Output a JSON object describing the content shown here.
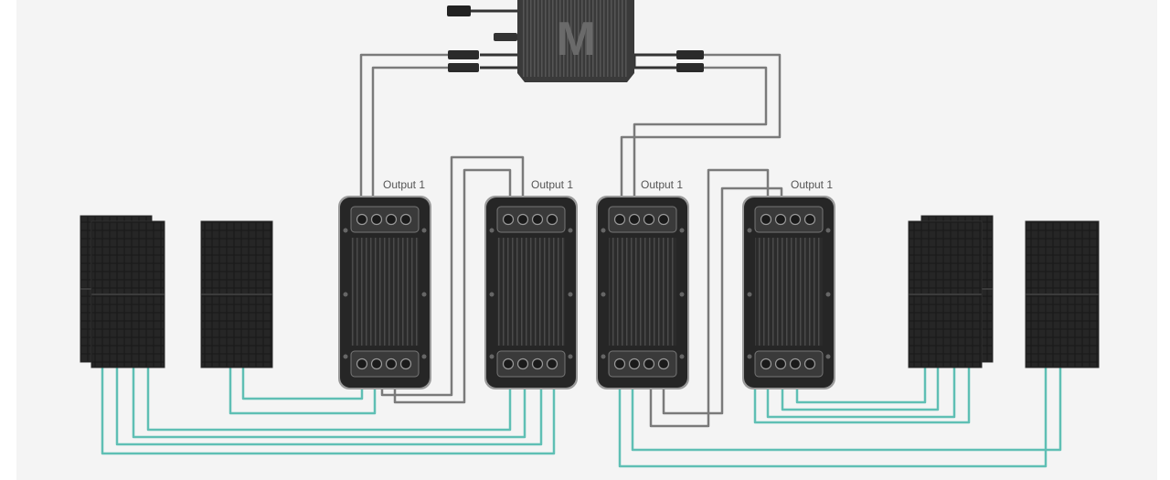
{
  "colors": {
    "background": "#ffffff",
    "panel_area": "#f4f4f4",
    "dc_wire": "#7a7a7a",
    "solar_wire": "#5fbfb4",
    "device_body": "#2a2a2a",
    "device_frame": "#9a9a9a",
    "panel_cell": "#1b1b1b"
  },
  "inverter": {
    "logo": "M",
    "icon": "microinverter-icon"
  },
  "optimizers": [
    {
      "label": "Output 1",
      "icon": "power-station-icon"
    },
    {
      "label": "Output 1",
      "icon": "power-station-icon"
    },
    {
      "label": "Output 1",
      "icon": "power-station-icon"
    },
    {
      "label": "Output 1",
      "icon": "power-station-icon"
    }
  ],
  "panels": [
    {
      "icon": "solar-panel-icon"
    },
    {
      "icon": "solar-panel-icon"
    },
    {
      "icon": "solar-panel-icon"
    },
    {
      "icon": "solar-panel-icon"
    },
    {
      "icon": "solar-panel-icon"
    },
    {
      "icon": "solar-panel-icon"
    }
  ]
}
